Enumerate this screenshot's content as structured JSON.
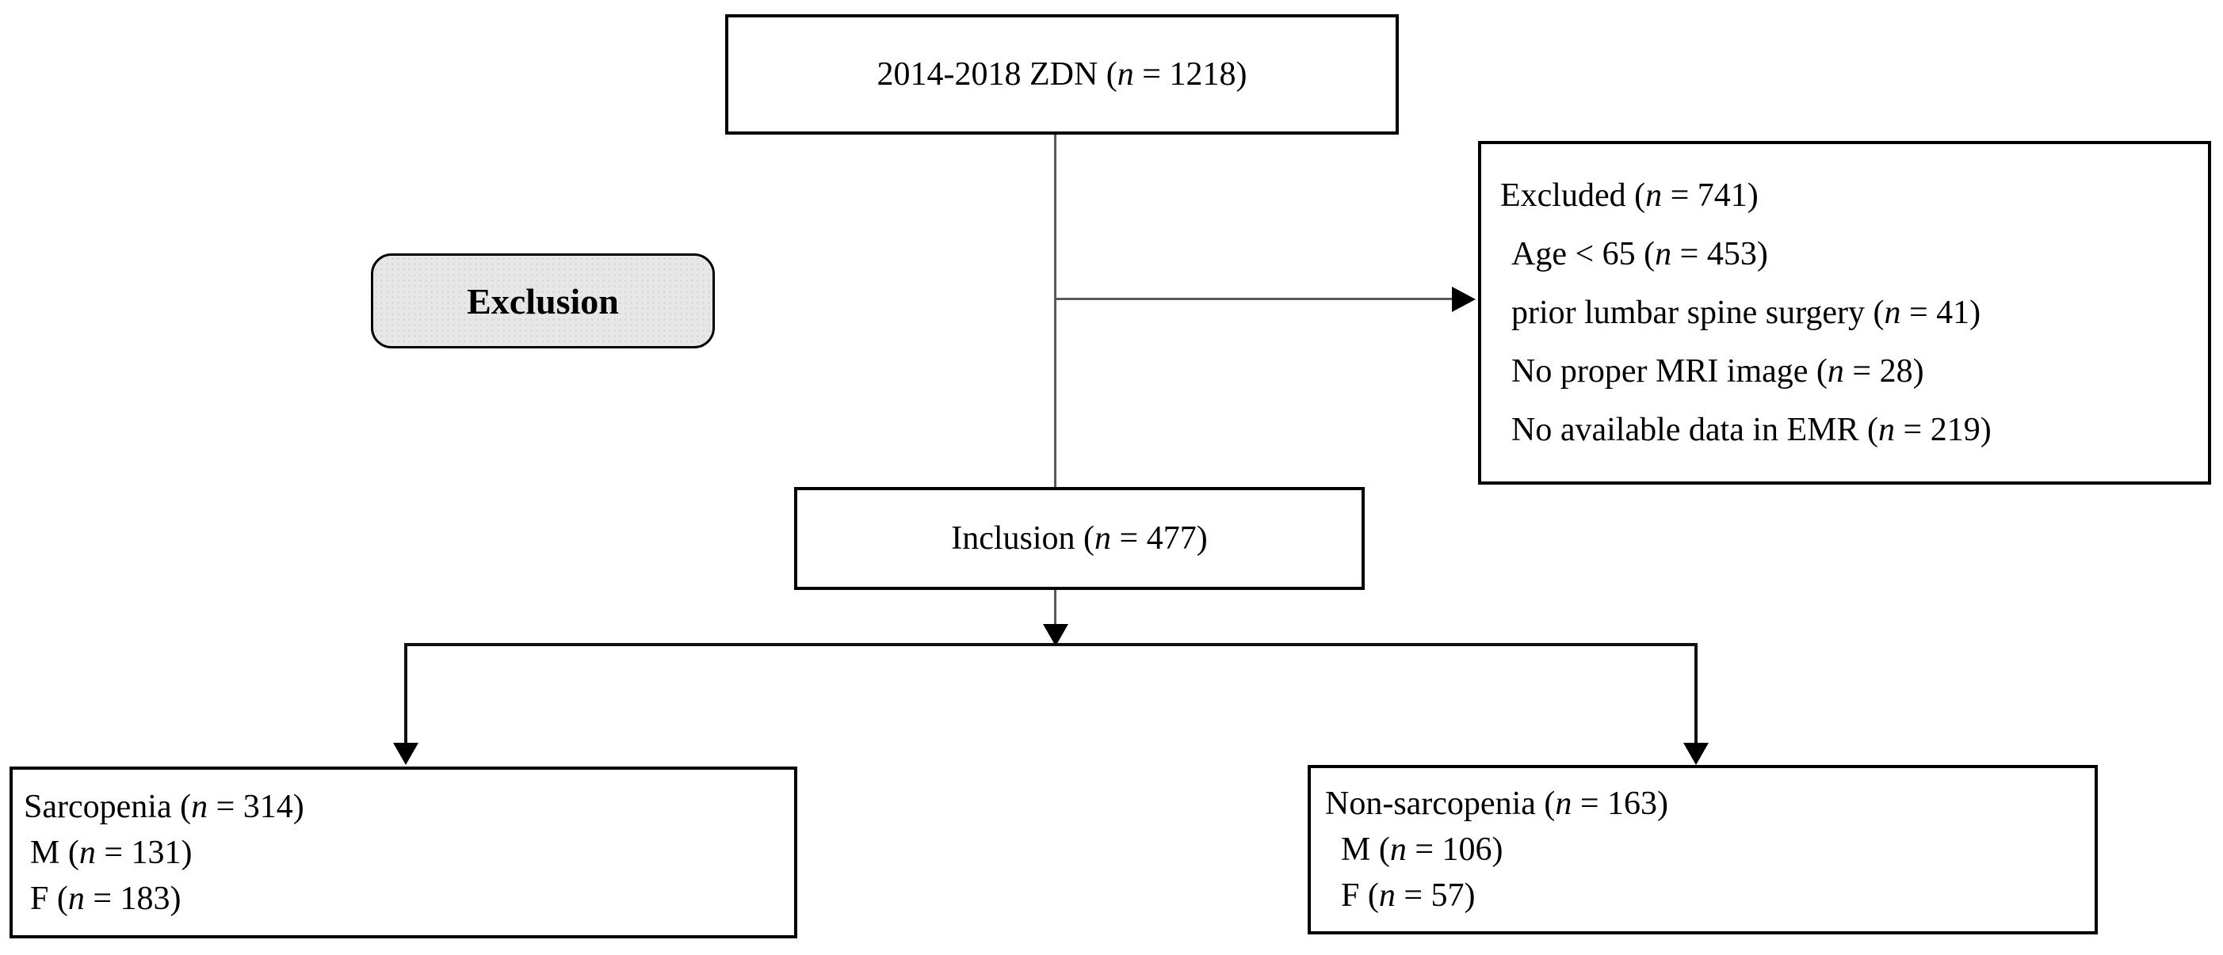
{
  "nodes": {
    "cohort": {
      "text": "2014-2018 ZDN (n = 1218)"
    },
    "exclusion_pill": {
      "text": "Exclusion"
    },
    "excluded": {
      "lines": [
        "Excluded (n = 741)",
        "Age < 65 (n = 453)",
        "prior lumbar spine surgery (n = 41)",
        "No proper MRI image (n = 28)",
        "No available data in EMR (n = 219)"
      ]
    },
    "inclusion": {
      "text": "Inclusion (n = 477)"
    },
    "sarcopenia": {
      "lines": [
        "Sarcopenia (n = 314)",
        "M (n = 131)",
        "F (n = 183)"
      ]
    },
    "non_sarcopenia": {
      "lines": [
        "Non-sarcopenia (n = 163)",
        "M (n = 106)",
        "F (n = 57)"
      ]
    }
  },
  "colors": {
    "background": "#ffffff",
    "box_border": "#000000",
    "text": "#000000",
    "connector": "#5a5a5a",
    "branch_line": "#111111",
    "exclusion_fill": "#e7e7e7"
  }
}
